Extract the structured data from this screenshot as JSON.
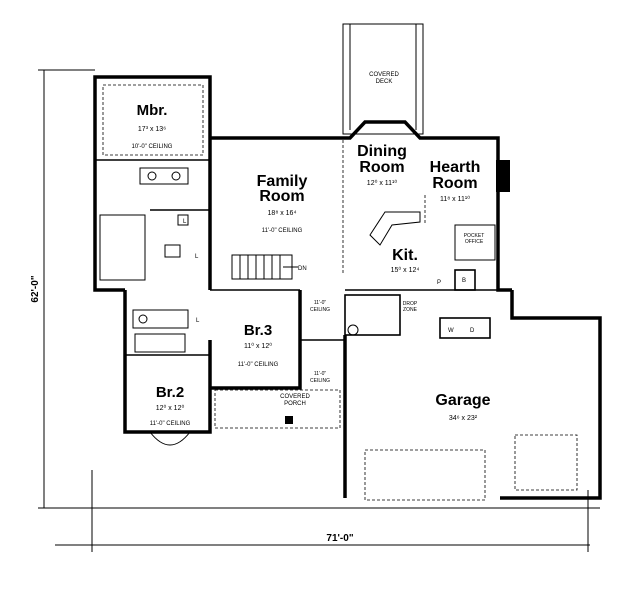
{
  "rooms": {
    "mbr": {
      "name": "Mbr.",
      "size": "17³ x 13⁶",
      "ceiling": "10'-0\" CEILING"
    },
    "family": {
      "name1": "Family",
      "name2": "Room",
      "size": "18⁸ x 16⁴",
      "ceiling": "11'-0\" CEILING"
    },
    "dining": {
      "name1": "Dining",
      "name2": "Room",
      "size": "12⁰ x 11¹⁰"
    },
    "hearth": {
      "name1": "Hearth",
      "name2": "Room",
      "size": "11⁸ x 11¹⁰"
    },
    "kit": {
      "name": "Kit.",
      "size": "15⁰ x 12⁴"
    },
    "br3": {
      "name": "Br.3",
      "size": "11⁰ x 12⁰",
      "ceiling": "11'-0\" CEILING"
    },
    "br2": {
      "name": "Br.2",
      "size": "12⁰ x 12⁰",
      "ceiling": "11'-0\" CEILING"
    },
    "garage": {
      "name": "Garage",
      "size": "34⁶ x 23²"
    }
  },
  "labels": {
    "covered_deck_1": "COVERED",
    "covered_deck_2": "DECK",
    "covered_porch_1": "COVERED",
    "covered_porch_2": "PORCH",
    "pocket_office_1": "POCKET",
    "pocket_office_2": "OFFICE",
    "drop_zone_1": "DROP",
    "drop_zone_2": "ZONE",
    "ceiling_hall_1": "11'-0\"",
    "ceiling_hall_2": "CEILING",
    "ceiling_foyer_1": "11'-0\"",
    "ceiling_foyer_2": "CEILING",
    "dn": "DN",
    "w": "W",
    "d": "D",
    "p": "P",
    "b": "B",
    "l1": "L",
    "l2": "L",
    "l3": "L"
  },
  "dimensions": {
    "depth": "62'-0\"",
    "width": "71'-0\""
  }
}
